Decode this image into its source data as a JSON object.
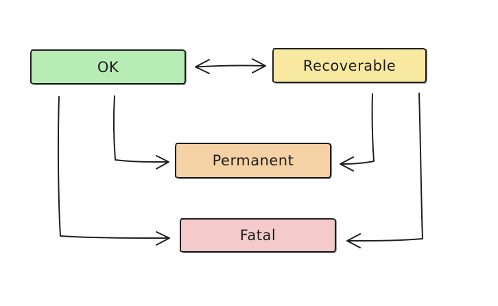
{
  "diagram": {
    "title": "state transition diagram",
    "background_color": "#ffffff",
    "stroke_color": "#1e1e1e",
    "nodes": [
      {
        "id": "ok",
        "label": "OK",
        "fill": "#b7ecb5"
      },
      {
        "id": "recoverable",
        "label": "Recoverable",
        "fill": "#f8e9a1"
      },
      {
        "id": "permanent",
        "label": "Permanent",
        "fill": "#f4d2a5"
      },
      {
        "id": "fatal",
        "label": "Fatal",
        "fill": "#f5caca"
      }
    ],
    "edges": [
      {
        "from": "ok",
        "to": "recoverable",
        "direction": "bidirectional"
      },
      {
        "from": "ok",
        "to": "permanent",
        "direction": "one-way"
      },
      {
        "from": "recoverable",
        "to": "permanent",
        "direction": "one-way"
      },
      {
        "from": "ok",
        "to": "fatal",
        "direction": "one-way"
      },
      {
        "from": "recoverable",
        "to": "fatal",
        "direction": "one-way"
      }
    ]
  }
}
